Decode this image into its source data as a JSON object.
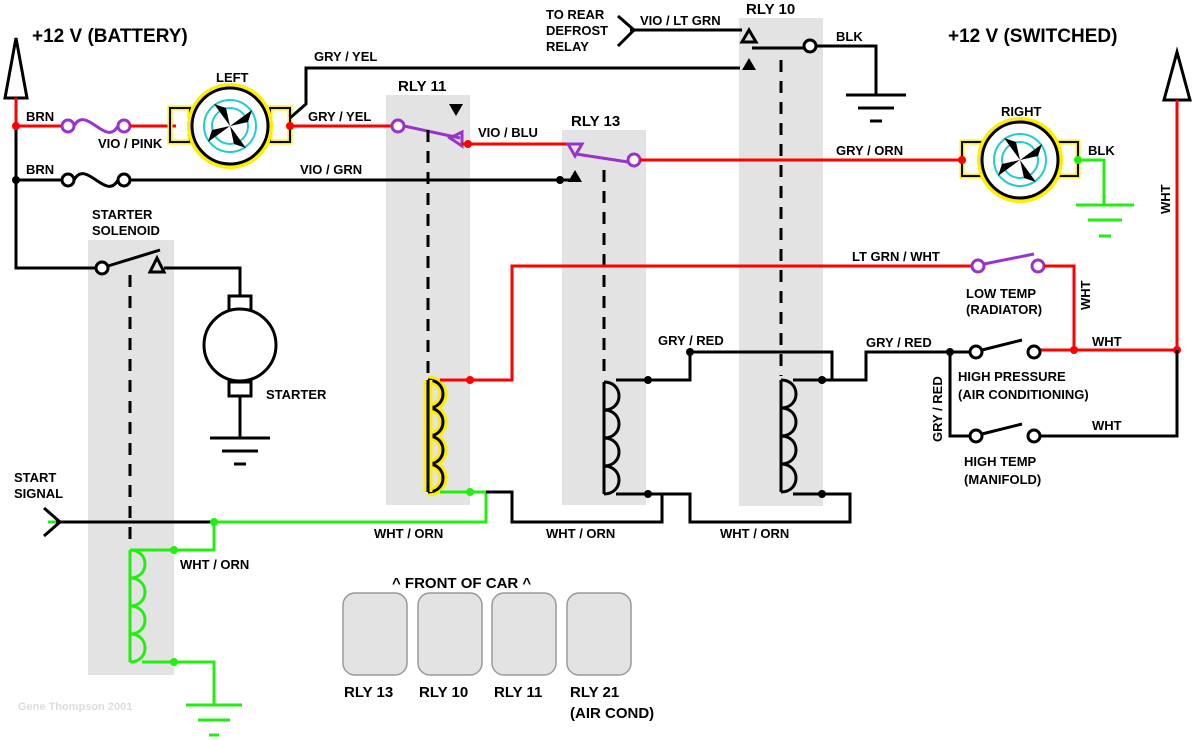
{
  "titles": {
    "battery": "+12 V (BATTERY)",
    "switched": "+12 V (SWITCHED)",
    "front_of_car": "^ FRONT OF CAR ^",
    "credit": "Gene Thompson 2001"
  },
  "relays": {
    "rly10": "RLY 10",
    "rly11": "RLY 11",
    "rly13": "RLY 13"
  },
  "components": {
    "left_fan": "LEFT",
    "right_fan": "RIGHT",
    "starter_solenoid_1": "STARTER",
    "starter_solenoid_2": "SOLENOID",
    "starter": "STARTER",
    "start_signal_1": "START",
    "start_signal_2": "SIGNAL",
    "rear_defrost_1": "TO REAR",
    "rear_defrost_2": "DEFROST",
    "rear_defrost_3": "RELAY",
    "low_temp_1": "LOW TEMP",
    "low_temp_2": "(RADIATOR)",
    "high_pressure_1": "HIGH PRESSURE",
    "high_pressure_2": "(AIR CONDITIONING)",
    "high_temp_1": "HIGH TEMP",
    "high_temp_2": "(MANIFOLD)"
  },
  "wires": {
    "brn_top": "BRN",
    "brn_mid": "BRN",
    "vio_pink": "VIO / PINK",
    "gry_yel_top": "GRY / YEL",
    "gry_yel_mid": "GRY / YEL",
    "vio_blu": "VIO / BLU",
    "vio_grn": "VIO / GRN",
    "vio_lt_grn": "VIO / LT GRN",
    "blk_top": "BLK",
    "blk_right": "BLK",
    "gry_orn": "GRY / ORN",
    "wht_vertical": "WHT",
    "lt_grn_wht": "LT GRN / WHT",
    "wht_short": "WHT",
    "gry_red_1": "GRY / RED",
    "gry_red_2": "GRY / RED",
    "gry_red_vertical": "GRY / RED",
    "wht_hp": "WHT",
    "wht_ht": "WHT",
    "wht_orn_1": "WHT / ORN",
    "wht_orn_2": "WHT / ORN",
    "wht_orn_3": "WHT / ORN",
    "wht_orn_4": "WHT / ORN"
  },
  "layout_boxes": {
    "b1": "RLY 13",
    "b2": "RLY 10",
    "b3": "RLY 11",
    "b4_1": "RLY 21",
    "b4_2": "(AIR COND)"
  },
  "colors": {
    "red_wire": "#ff0000",
    "green_wire": "#22ee11",
    "violet_contact": "#9933cc",
    "relay_background": "#e3e3e3",
    "coil_highlight": "#ffee00"
  }
}
